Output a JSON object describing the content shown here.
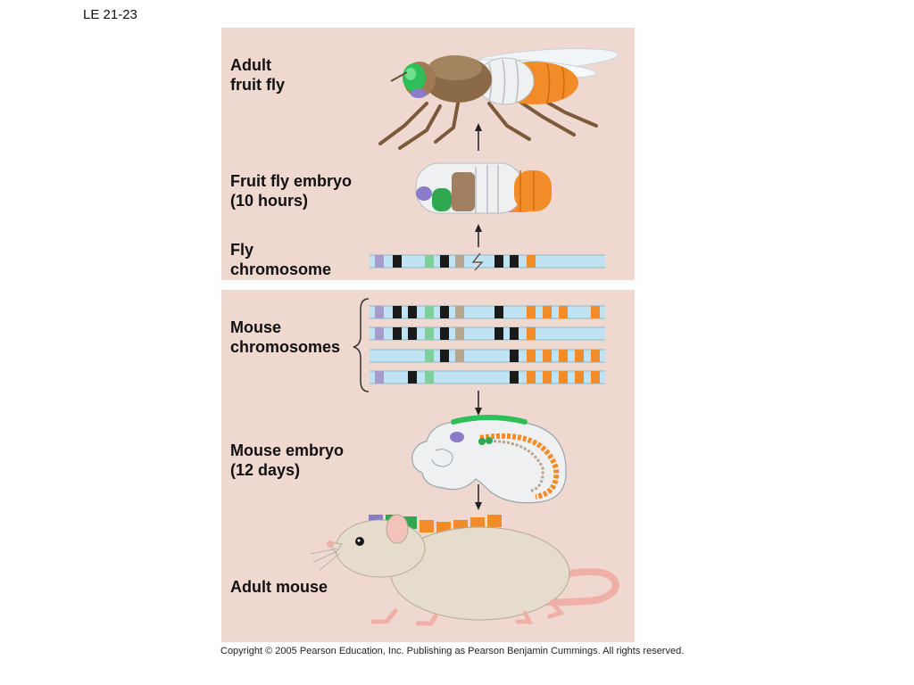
{
  "figure_id": "LE 21-23",
  "labels": {
    "adult_fly": "Adult\nfruit fly",
    "fly_embryo": "Fruit fly embryo\n(10 hours)",
    "fly_chromosome": "Fly\nchromosome",
    "mouse_chromosomes": "Mouse\nchromosomes",
    "mouse_embryo": "Mouse embryo\n(12 days)",
    "adult_mouse": "Adult mouse"
  },
  "copyright": "Copyright © 2005 Pearson Education, Inc. Publishing as Pearson Benjamin Cummings. All rights reserved.",
  "colors": {
    "panel_bg": "#eed8cf",
    "chromosome": "#bfe3f2",
    "gene_purple": "#a59ccc",
    "gene_black": "#1a1a1a",
    "gene_green": "#7fcf9a",
    "gene_tan": "#b8a58e",
    "gene_orange": "#f28c28"
  }
}
